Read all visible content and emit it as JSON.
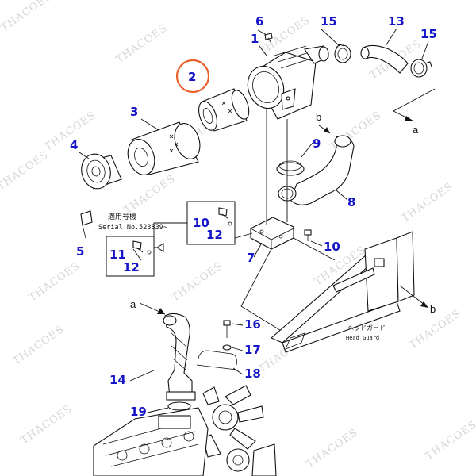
{
  "callouts": [
    {
      "id": "c1",
      "label": "1"
    },
    {
      "id": "c2",
      "label": "2"
    },
    {
      "id": "c3",
      "label": "3"
    },
    {
      "id": "c4",
      "label": "4"
    },
    {
      "id": "c5",
      "label": "5"
    },
    {
      "id": "c6",
      "label": "6"
    },
    {
      "id": "c7",
      "label": "7"
    },
    {
      "id": "c8",
      "label": "8"
    },
    {
      "id": "c9",
      "label": "9"
    },
    {
      "id": "c10a",
      "label": "10"
    },
    {
      "id": "c10b",
      "label": "10"
    },
    {
      "id": "c11",
      "label": "11"
    },
    {
      "id": "c12a",
      "label": "12"
    },
    {
      "id": "c12b",
      "label": "12"
    },
    {
      "id": "c13",
      "label": "13"
    },
    {
      "id": "c14",
      "label": "14"
    },
    {
      "id": "c15a",
      "label": "15"
    },
    {
      "id": "c15b",
      "label": "15"
    },
    {
      "id": "c16",
      "label": "16"
    },
    {
      "id": "c17",
      "label": "17"
    },
    {
      "id": "c18",
      "label": "18"
    },
    {
      "id": "c19",
      "label": "19"
    }
  ],
  "refs": {
    "a_top": "a",
    "a_mid": "a",
    "b_top": "b",
    "b_right": "b"
  },
  "serial": {
    "jp": "適用号機",
    "en": "Serial No.523839~"
  },
  "head_guard": {
    "jp": "ヘッドガード",
    "en": "Head Guard"
  },
  "watermark": "THACOES",
  "colors": {
    "callout": "#1616c8",
    "highlight": "#e8602a",
    "ink": "#111111"
  }
}
